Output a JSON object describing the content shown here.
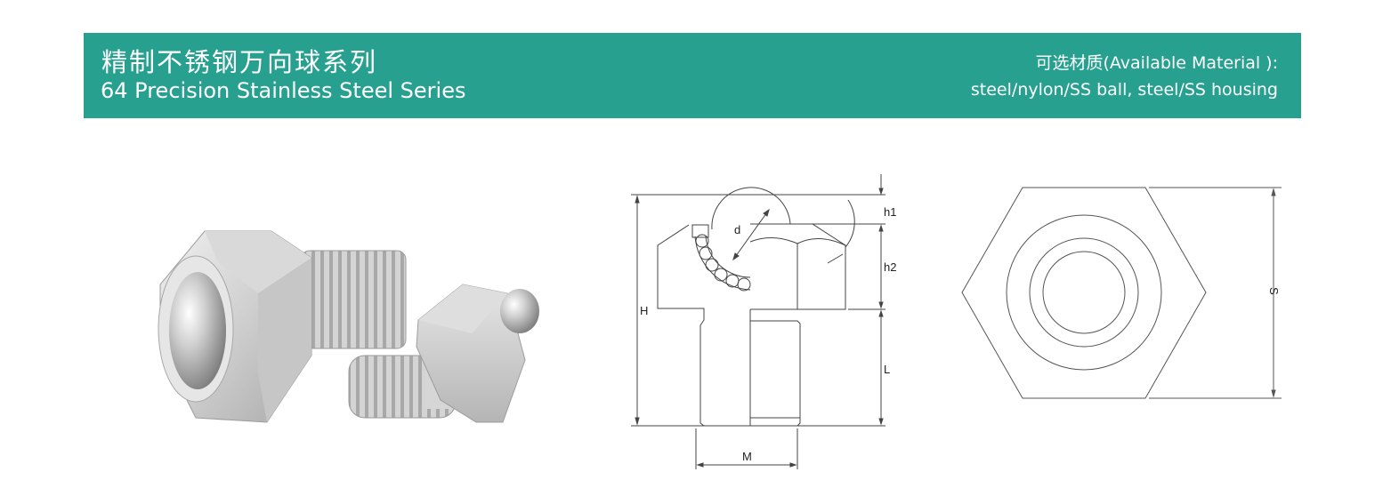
{
  "banner": {
    "title_cn": "精制不锈钢万向球系列",
    "title_en": "64 Precision Stainless Steel Series",
    "material_label": "可选材质(Available Material ):",
    "material_value": "steel/nylon/SS ball, steel/SS housing",
    "background_color": "#27a090",
    "text_color": "#ffffff"
  },
  "product_photo": {
    "description": "Two stainless steel hex ball transfer units with threaded studs"
  },
  "side_view_drawing": {
    "dimensions": {
      "h1": "h1",
      "h2": "h2",
      "H": "H",
      "L": "L",
      "M": "M",
      "d": "d"
    }
  },
  "top_view_drawing": {
    "dimensions": {
      "S": "S"
    }
  }
}
